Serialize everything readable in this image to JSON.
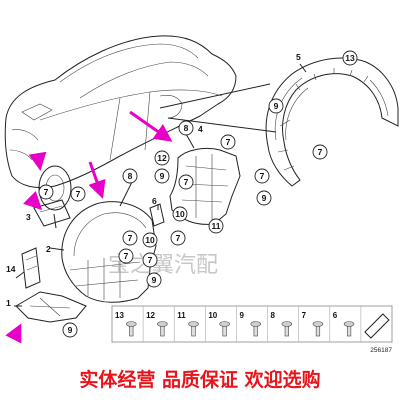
{
  "diagram": {
    "figure_number": "256187",
    "watermark": "宝之翼汽配",
    "banner": "实体经营 品质保证 欢迎选购",
    "colors": {
      "arrow": "#e600c8",
      "banner": "#e8141b",
      "line": "#222222"
    },
    "callouts": [
      {
        "id": "c13_top",
        "label": "13"
      },
      {
        "id": "c9_rt1",
        "label": "9"
      },
      {
        "id": "c7_rt1",
        "label": "7"
      },
      {
        "id": "c7_rt2",
        "label": "7"
      },
      {
        "id": "c9_rt2",
        "label": "9"
      },
      {
        "id": "c8_mid",
        "label": "8"
      },
      {
        "id": "c12_mid",
        "label": "12"
      },
      {
        "id": "c9_mid",
        "label": "9"
      },
      {
        "id": "c7_mid",
        "label": "7"
      },
      {
        "id": "c7_mid2",
        "label": "7"
      },
      {
        "id": "c7_left",
        "label": "7"
      },
      {
        "id": "c7_left2",
        "label": "7"
      },
      {
        "id": "c8_left",
        "label": "8"
      },
      {
        "id": "c7_l3",
        "label": "7"
      },
      {
        "id": "c10_a",
        "label": "10"
      },
      {
        "id": "c7_b",
        "label": "7"
      },
      {
        "id": "c10_c",
        "label": "10"
      },
      {
        "id": "c11_d",
        "label": "11"
      },
      {
        "id": "c7_e",
        "label": "7"
      },
      {
        "id": "c9_f",
        "label": "9"
      },
      {
        "id": "c7_g",
        "label": "7"
      },
      {
        "id": "c9_h",
        "label": "9"
      }
    ],
    "plain_labels": [
      {
        "id": "n5",
        "label": "5"
      },
      {
        "id": "n4",
        "label": "4"
      },
      {
        "id": "n6",
        "label": "6"
      },
      {
        "id": "n3",
        "label": "3"
      },
      {
        "id": "n2",
        "label": "2"
      },
      {
        "id": "n14",
        "label": "14"
      },
      {
        "id": "n1",
        "label": "1"
      }
    ],
    "parts_row": [
      {
        "label": "13"
      },
      {
        "label": "12"
      },
      {
        "label": "11"
      },
      {
        "label": "10"
      },
      {
        "label": "9"
      },
      {
        "label": "8"
      },
      {
        "label": "7"
      },
      {
        "label": "6"
      },
      {
        "label": ""
      }
    ]
  }
}
